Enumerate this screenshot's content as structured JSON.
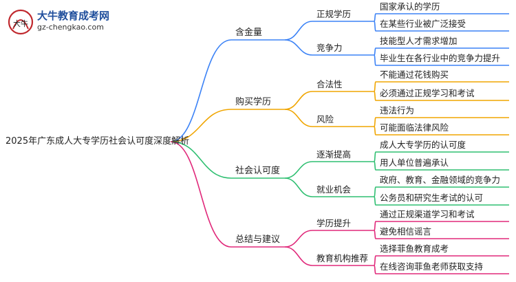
{
  "logo": {
    "title": "大牛教育成考网",
    "url": "gz-chengkao.com",
    "mark_text": "大牛"
  },
  "mindmap": {
    "root": "2025年广东成人大专学历社会认可度深度解析",
    "branches": [
      {
        "label": "含金量",
        "color": "#3b82f6",
        "children": [
          {
            "label": "正规学历",
            "children": [
              "国家承认的学历",
              "在某些行业被广泛接受"
            ]
          },
          {
            "label": "竞争力",
            "children": [
              "技能型人才需求增加",
              "毕业生在各行业中的竞争力提升"
            ]
          }
        ]
      },
      {
        "label": "购买学历",
        "color": "#f0a500",
        "children": [
          {
            "label": "合法性",
            "children": [
              "不能通过花钱购买",
              "必须通过正规学习和考试"
            ]
          },
          {
            "label": "风险",
            "children": [
              "违法行为",
              "可能面临法律风险"
            ]
          }
        ]
      },
      {
        "label": "社会认可度",
        "color": "#2fbf71",
        "children": [
          {
            "label": "逐渐提高",
            "children": [
              "成人大专学历的认可度",
              "用人单位普遍承认"
            ]
          },
          {
            "label": "就业机会",
            "children": [
              "政府、教育、金融领域的竞争力",
              "公务员和研究生考试的认可"
            ]
          }
        ]
      },
      {
        "label": "总结与建议",
        "color": "#e0287a",
        "children": [
          {
            "label": "学历提升",
            "children": [
              "通过正规渠道学习和考试",
              "避免相信谣言"
            ]
          },
          {
            "label": "教育机构推荐",
            "children": [
              "选择菲鱼教育成考",
              "在线咨询菲鱼老师获取支持"
            ]
          }
        ]
      }
    ]
  }
}
